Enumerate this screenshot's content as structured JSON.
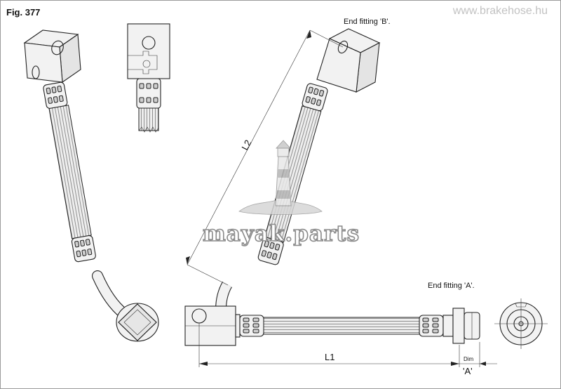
{
  "figure": {
    "title": "Fig. 377"
  },
  "website": "www.brakehose.hu",
  "labels": {
    "end_fitting_b": "End fitting 'B'.",
    "end_fitting_a": "End fitting 'A'.",
    "l1": "L1",
    "l2": "L2",
    "dim": "Dim",
    "dim_a": "'A'"
  },
  "watermark": {
    "text": "mayak.parts"
  },
  "colors": {
    "line": "#222222",
    "fill": "#f2f2f2",
    "watermark_stroke": "#8a8a8a",
    "site_text": "#c2c2c2"
  }
}
